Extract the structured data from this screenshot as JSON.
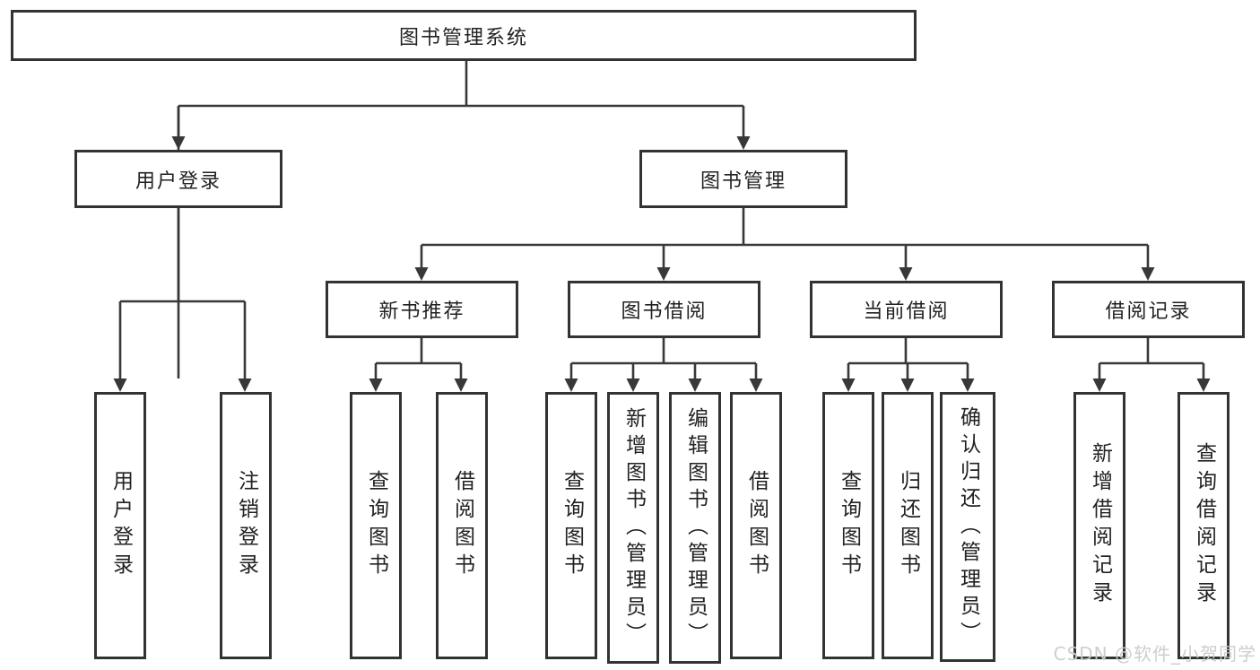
{
  "tree": {
    "root": {
      "label": "图书管理系统"
    },
    "user_login": {
      "label": "用户登录",
      "children": [
        "用户登录",
        "注销登录"
      ]
    },
    "book_management": {
      "label": "图书管理",
      "modules": [
        {
          "label": "新书推荐",
          "children": [
            "查询图书",
            "借阅图书"
          ]
        },
        {
          "label": "图书借阅",
          "children": [
            "查询图书",
            "新增图书（管理员）",
            "编辑图书（管理员）",
            "借阅图书"
          ]
        },
        {
          "label": "当前借阅",
          "children": [
            "查询图书",
            "归还图书",
            "确认归还（管理员）"
          ]
        },
        {
          "label": "借阅记录",
          "children": [
            "新增借阅记录",
            "查询借阅记录"
          ]
        }
      ]
    }
  },
  "watermark": {
    "text": "CSDN @软件_小贺同学"
  },
  "colors": {
    "line": "#383838",
    "box_border": "#333333",
    "text": "#222222",
    "background": "#ffffff",
    "watermark": "#cbcbcb"
  }
}
